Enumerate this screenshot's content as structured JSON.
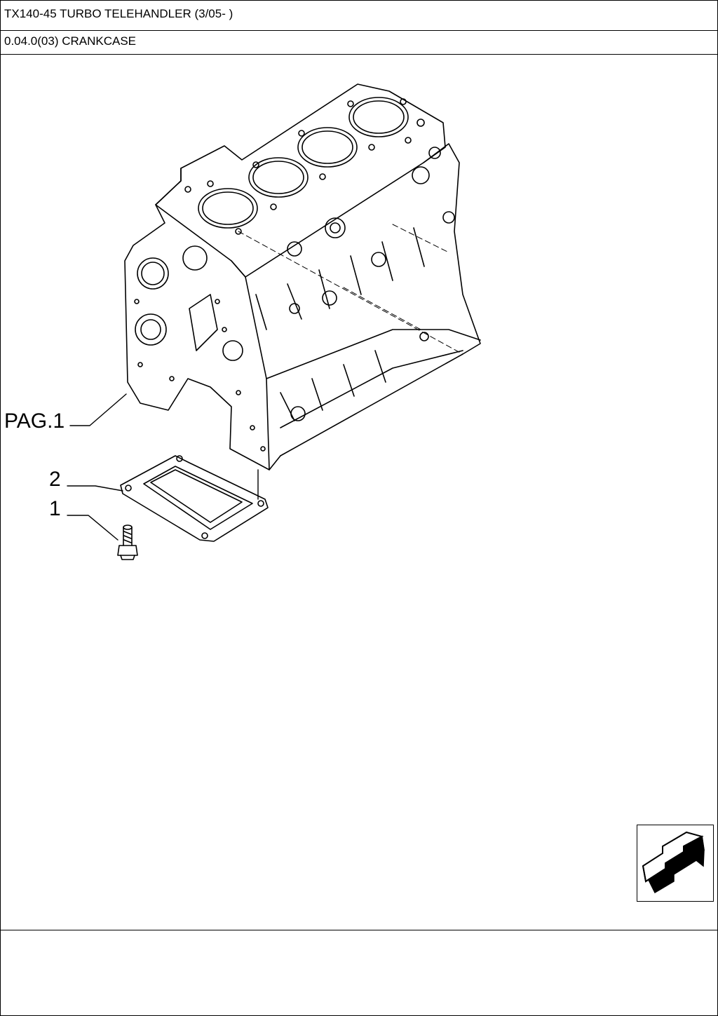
{
  "header": {
    "model_title": "TX140-45 TURBO TELEHANDLER (3/05- )",
    "section_title": "0.04.0(03) CRANKCASE"
  },
  "callouts": {
    "pag": "PAG.1",
    "item_2": "2",
    "item_1": "1"
  },
  "icons": {
    "next_page": "next-page-arrow-icon"
  },
  "colors": {
    "line": "#000000",
    "background": "#ffffff"
  }
}
